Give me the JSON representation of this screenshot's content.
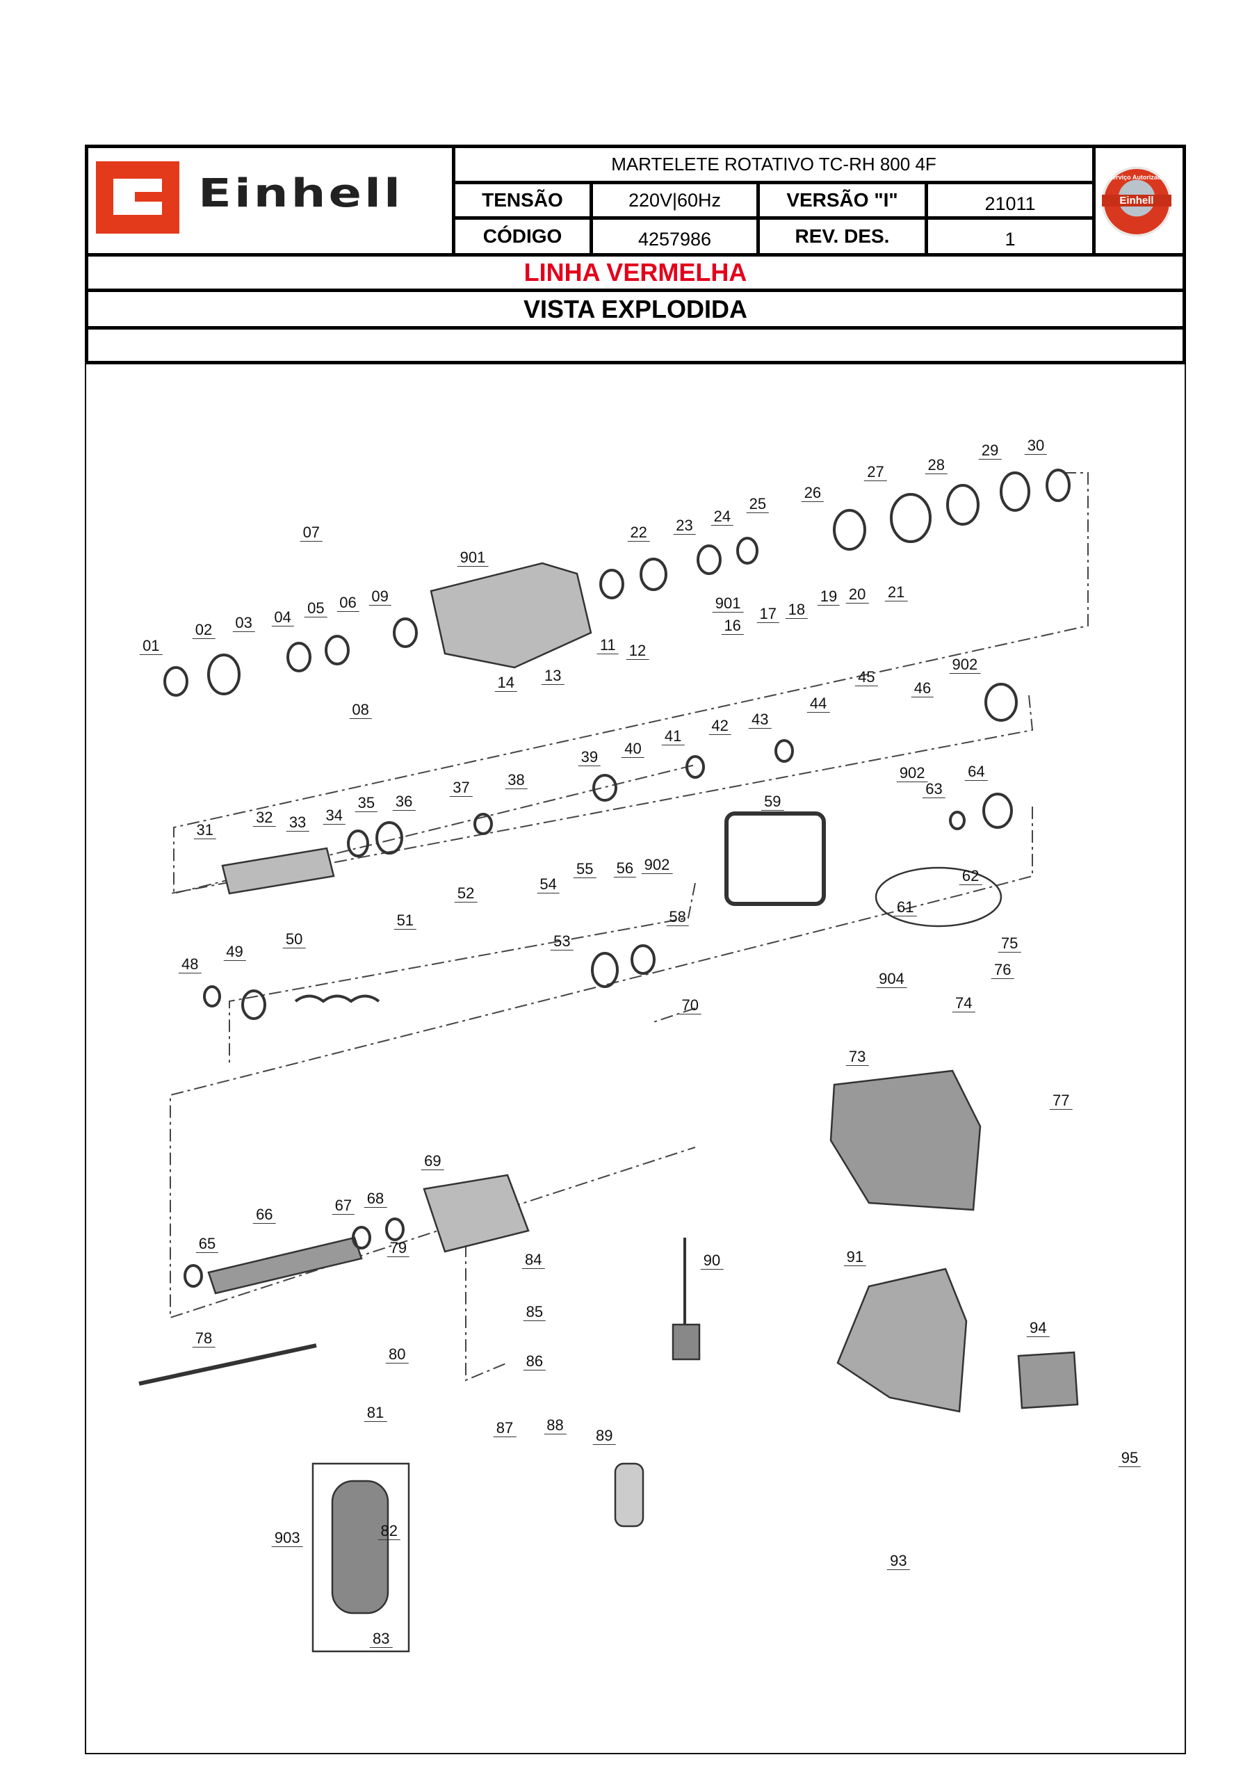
{
  "brand": {
    "name": "Einhell",
    "seal_text": "Serviço Autorizado",
    "seal_brand": "Einhell"
  },
  "header": {
    "title": "MARTELETE ROTATIVO TC-RH 800 4F",
    "tensao_label": "TENSÃO",
    "tensao_value": "220V|60Hz",
    "versao_label": "VERSÃO \"I\"",
    "versao_value": "21011",
    "codigo_label": "CÓDIGO",
    "codigo_value": "4257986",
    "rev_label": "REV. DES.",
    "rev_value": "1"
  },
  "banner": {
    "line": "LINHA VERMELHA",
    "view": "VISTA EXPLODIDA",
    "line_color": "#e4001b"
  },
  "parts": {
    "labels": [
      "30",
      "29",
      "28",
      "27",
      "26",
      "25",
      "24",
      "23",
      "22",
      "07",
      "901",
      "901",
      "19",
      "20",
      "21",
      "17",
      "18",
      "16",
      "05",
      "06",
      "09",
      "04",
      "03",
      "02",
      "01",
      "11",
      "12",
      "13",
      "14",
      "08",
      "45",
      "46",
      "902",
      "44",
      "43",
      "42",
      "41",
      "40",
      "39",
      "38",
      "37",
      "36",
      "35",
      "34",
      "33",
      "32",
      "31",
      "59",
      "902",
      "63",
      "64",
      "62",
      "61",
      "902",
      "56",
      "55",
      "54",
      "52",
      "51",
      "53",
      "58",
      "50",
      "49",
      "48",
      "904",
      "75",
      "76",
      "70",
      "74",
      "73",
      "77",
      "69",
      "68",
      "67",
      "66",
      "65",
      "79",
      "84",
      "90",
      "91",
      "85",
      "78",
      "80",
      "86",
      "94",
      "81",
      "87",
      "88",
      "89",
      "95",
      "82",
      "903",
      "93",
      "83"
    ]
  }
}
